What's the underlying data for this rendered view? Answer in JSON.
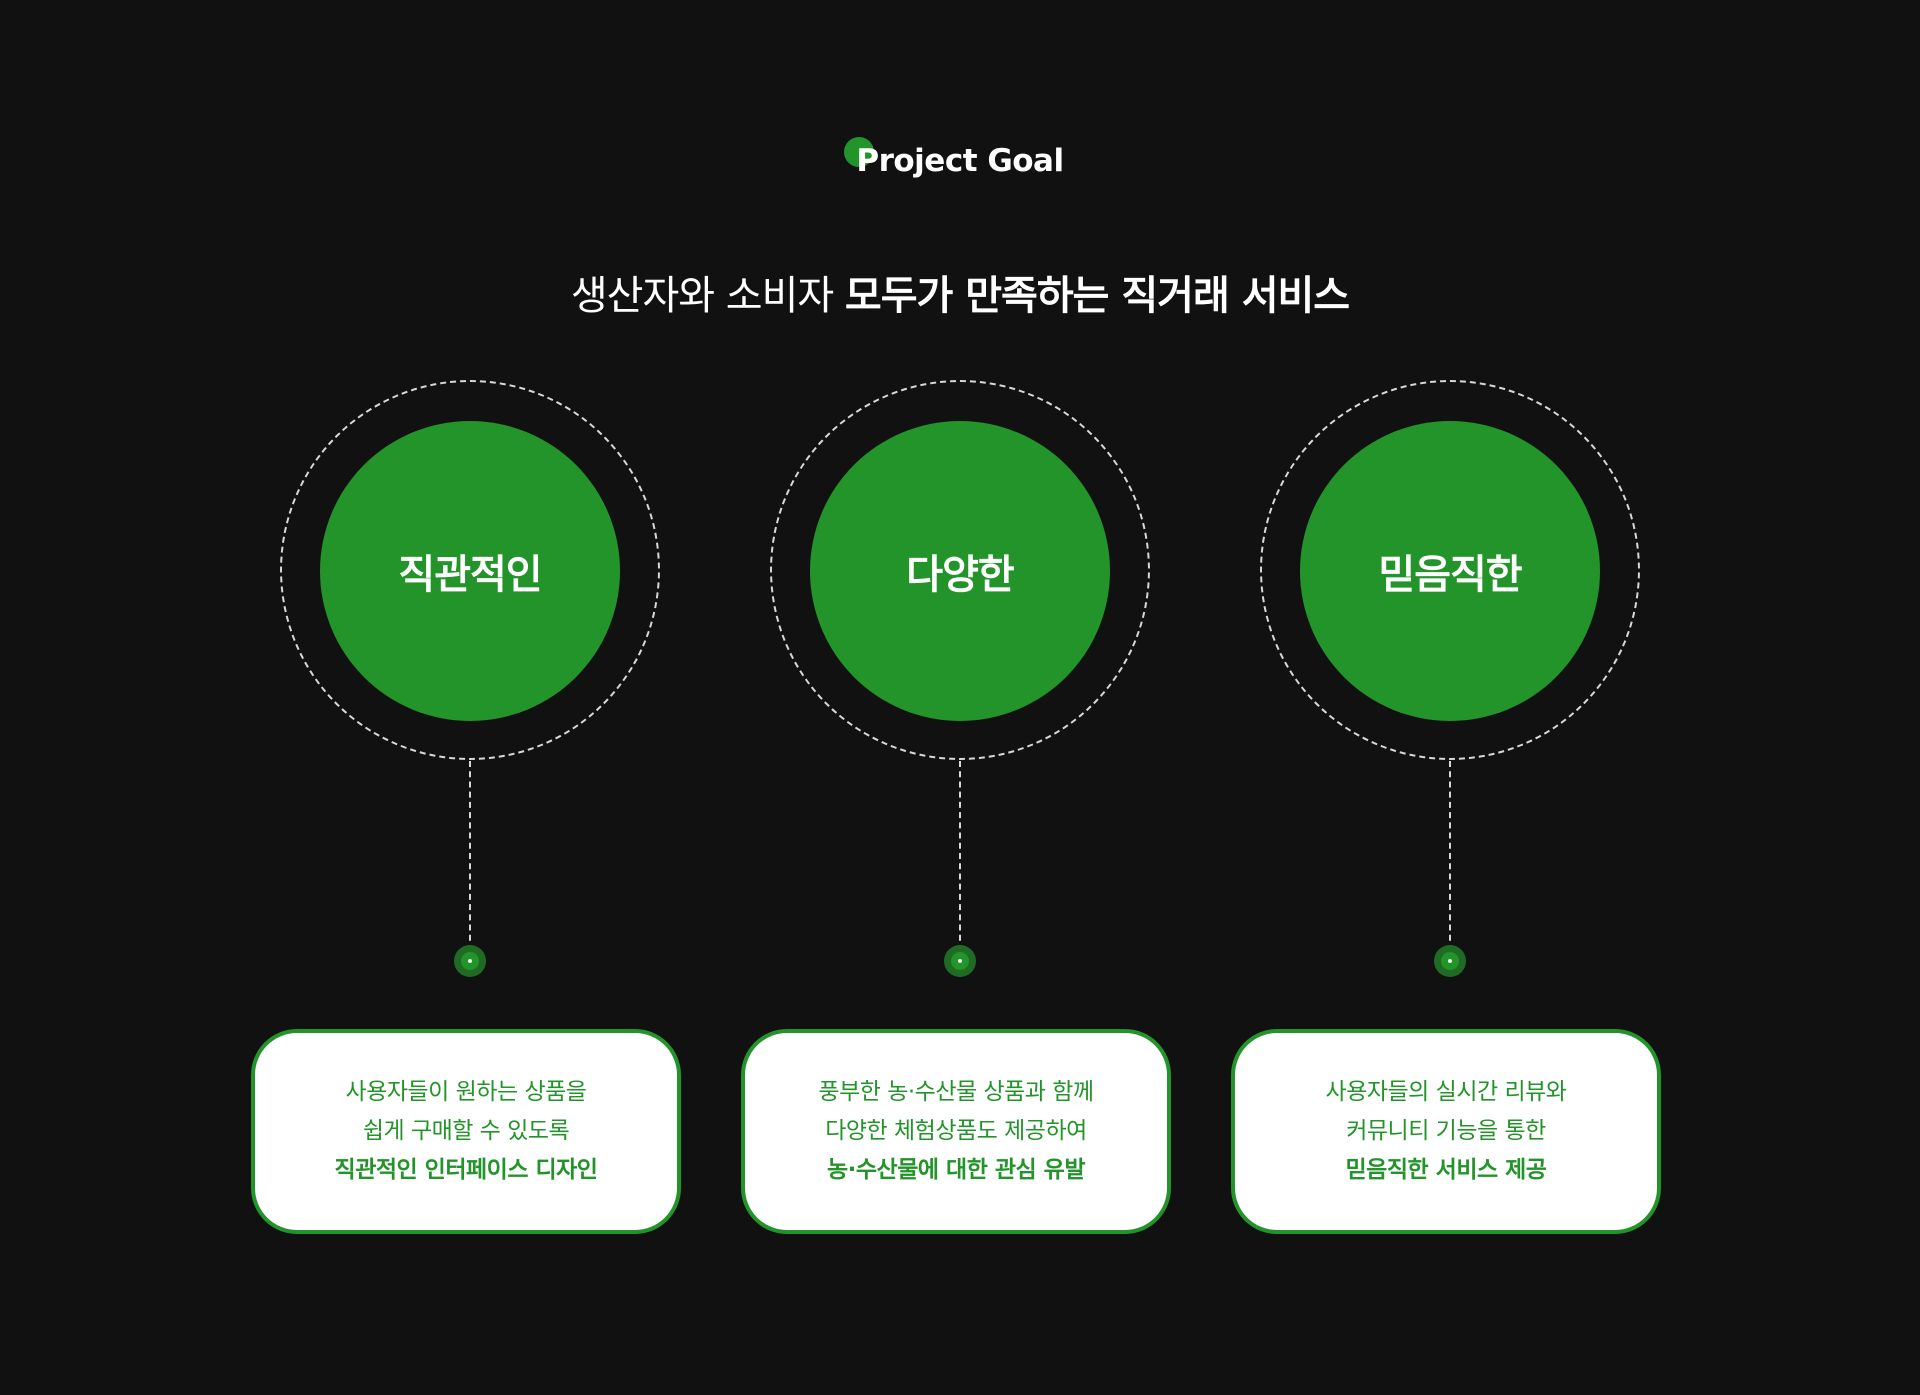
{
  "header": {
    "tag": "Project Goal"
  },
  "headline": {
    "light": "생산자와 소비자",
    "bold": "모두가 만족하는 직거래 서비스"
  },
  "colors": {
    "background": "#111111",
    "accent": "#23942a",
    "card_background": "#ffffff",
    "text_light": "#ffffff"
  },
  "goals": [
    {
      "title": "직관적인",
      "lines": [
        "사용자들이 원하는 상품을",
        "쉽게 구매할 수 있도록"
      ],
      "highlight": "직관적인 인터페이스 디자인"
    },
    {
      "title": "다양한",
      "lines": [
        "풍부한 농·수산물 상품과 함께",
        "다양한 체험상품도 제공하여"
      ],
      "highlight": "농·수산물에 대한 관심 유발"
    },
    {
      "title": "믿음직한",
      "lines": [
        "사용자들의 실시간 리뷰와",
        "커뮤니티 기능을 통한"
      ],
      "highlight": "믿음직한 서비스 제공"
    }
  ]
}
